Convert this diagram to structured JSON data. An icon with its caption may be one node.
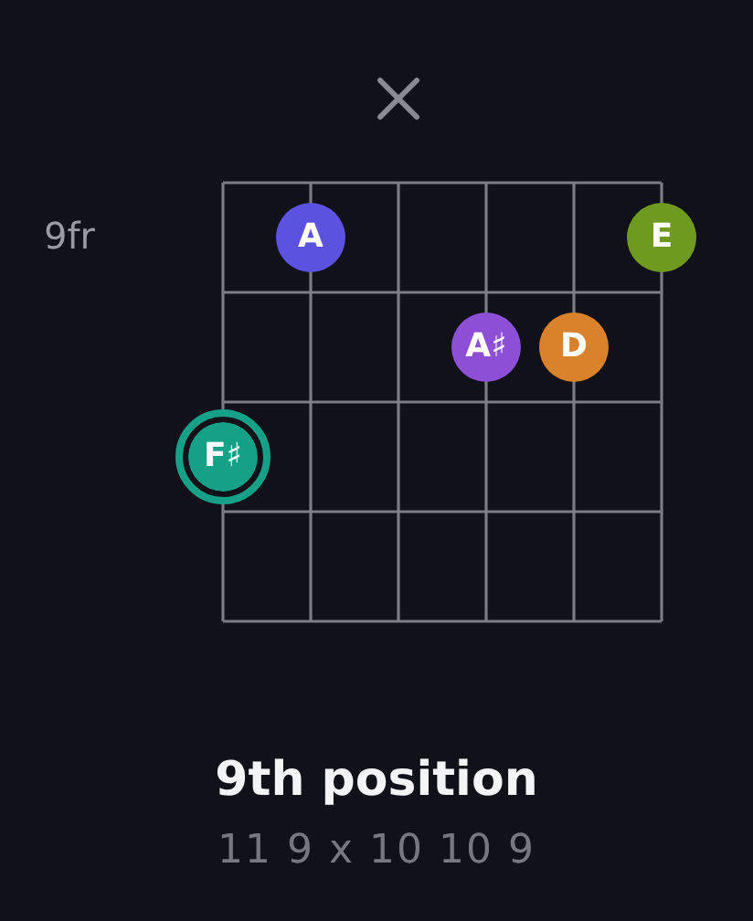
{
  "diagram": {
    "title": "9th position",
    "caption": "11 9 x 10 10 9",
    "nodes": [
      {
        "text": [
          "A"
        ]
      },
      {
        "text": [
          "E"
        ]
      },
      {
        "text": [
          "A♯"
        ]
      },
      {
        "text": [
          "D"
        ]
      },
      {
        "text": [
          "F♯"
        ]
      }
    ],
    "labels": [
      "9fr"
    ]
  }
}
